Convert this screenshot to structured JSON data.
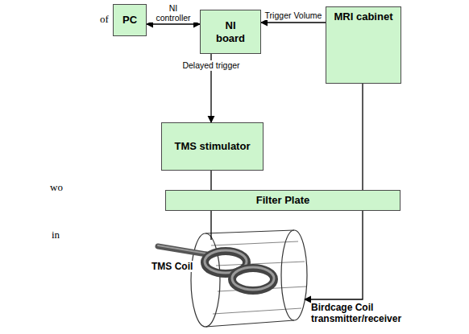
{
  "diagram": {
    "nodes": [
      {
        "text": [
          "PC"
        ]
      },
      {
        "text": [
          "NI board"
        ]
      },
      {
        "text": [
          "MRI cabinet"
        ]
      },
      {
        "text": [
          "TMS stimulator"
        ]
      },
      {
        "text": [
          "Filter Plate"
        ]
      },
      {
        "text": [
          "TMS Coil"
        ]
      },
      {
        "text": [
          "Birdcage Coil transmitter/receiver"
        ]
      }
    ],
    "edges": [
      {
        "from": 0,
        "to": 1,
        "label": "NI controller",
        "arrow": "both"
      },
      {
        "from": 2,
        "to": 1,
        "label": "Trigger Volume",
        "arrow": "to"
      },
      {
        "from": 1,
        "to": 3,
        "label": "Delayed trigger",
        "arrow": "to"
      },
      {
        "from": 3,
        "to": 4,
        "arrow": "none"
      },
      {
        "from": 2,
        "to": 4,
        "arrow": "none"
      },
      {
        "from": 4,
        "to": 5,
        "arrow": "none"
      },
      {
        "from": 4,
        "to": 6,
        "arrow": "to"
      }
    ],
    "labels": [
      "of",
      "wo",
      "in"
    ]
  }
}
